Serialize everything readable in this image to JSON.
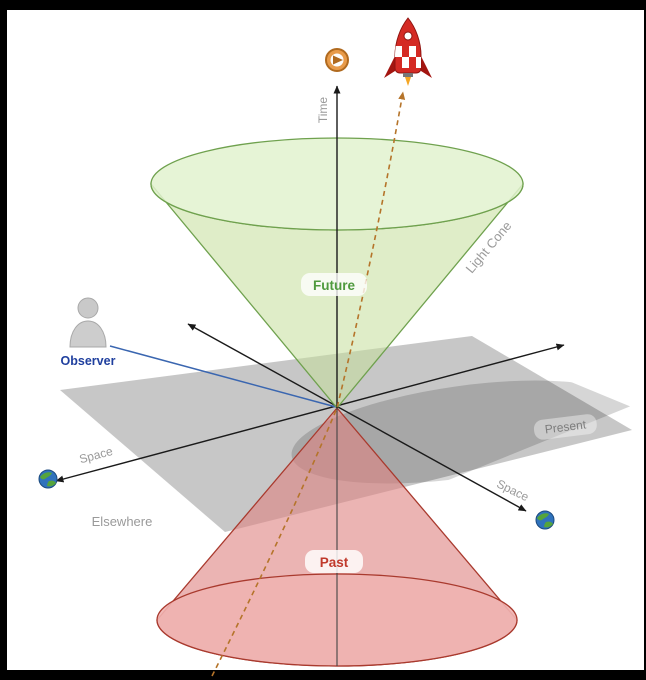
{
  "diagram": {
    "labels": {
      "time": "Time",
      "space_left": "Space",
      "space_right": "Space",
      "observer": "Observer",
      "future": "Future",
      "past": "Past",
      "present": "Present",
      "elsewhere": "Elsewhere",
      "light_cone": "Light Cone"
    },
    "icons": {
      "time_axis_top": "compass-target-icon",
      "spaceship": "rocket-icon",
      "space_axis_ends": "earth-globe-icon",
      "observer": "person-icon"
    },
    "colors": {
      "future_fill": "#d9eec6",
      "future_stroke": "#6fa14e",
      "future_text": "#4f9a3e",
      "past_fill": "#efb3b0",
      "past_stroke": "#a93a2e",
      "past_text": "#c0392b",
      "plane_fill": "#8f8f8f",
      "axis": "#1a1a1a",
      "trajectory": "#b5742a",
      "observer_line": "#3a66b0",
      "observer_text": "#1f3f9e",
      "muted_text": "#9a9a9a",
      "frame": "#000000",
      "background": "#ffffff"
    }
  }
}
